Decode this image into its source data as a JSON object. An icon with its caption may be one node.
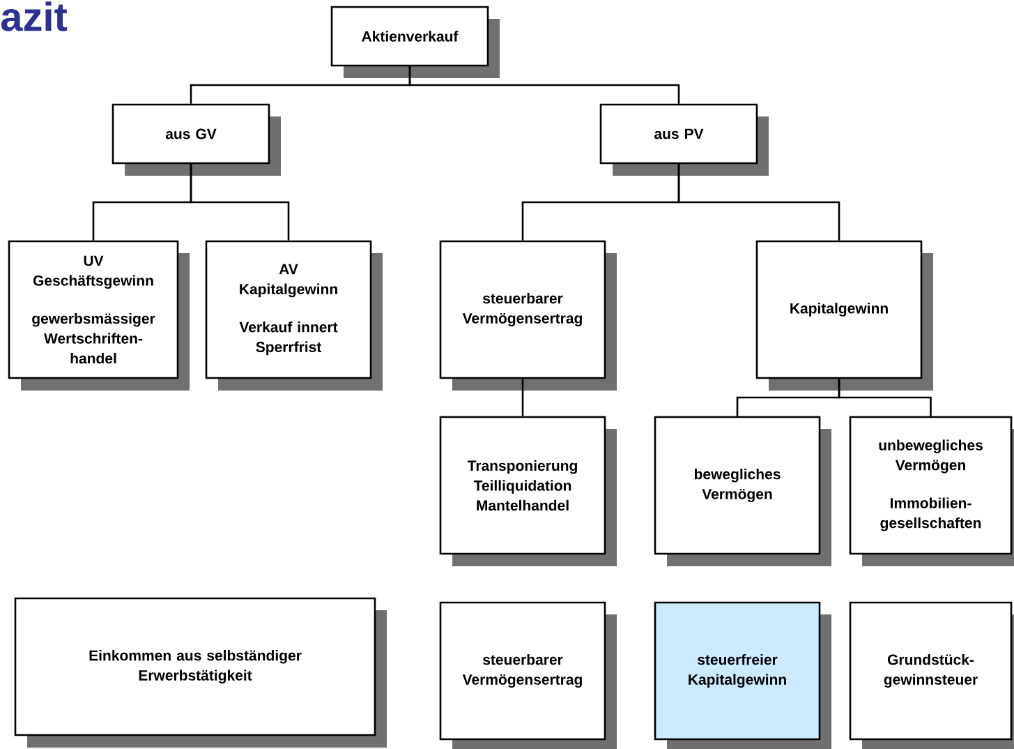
{
  "diagram": {
    "title": "azit",
    "nodes": [
      {
        "text": [
          "Aktienverkauf"
        ]
      },
      {
        "text": [
          "aus GV"
        ]
      },
      {
        "text": [
          "aus PV"
        ]
      },
      {
        "text": [
          "UV Geschäftsgewinn",
          "gewerbsmässiger Wertschriften- handel"
        ]
      },
      {
        "text": [
          "AV Kapitalgewinn",
          "Verkauf innert Sperrfrist"
        ]
      },
      {
        "text": [
          "steuerbarer Vermögensertrag"
        ]
      },
      {
        "text": [
          "Kapitalgewinn"
        ]
      },
      {
        "text": [
          "Transponierung Teilliquidation Mantelhandel"
        ]
      },
      {
        "text": [
          "bewegliches Vermögen"
        ]
      },
      {
        "text": [
          "unbewegliches Vermögen",
          "Immobilien- gesellschaften"
        ]
      },
      {
        "text": [
          "Einkommen aus selbständiger Erwerbstätigkeit"
        ]
      },
      {
        "text": [
          "steuerbarer Vermögensertrag"
        ]
      },
      {
        "text": [
          "steuerfreier Kapitalgewinn"
        ]
      },
      {
        "text": [
          "Grundstück- gewinnsteuer"
        ]
      }
    ],
    "edges": [
      {
        "from": 0,
        "to": 1,
        "arrow": "none"
      },
      {
        "from": 0,
        "to": 2,
        "arrow": "none"
      },
      {
        "from": 1,
        "to": 3,
        "arrow": "none"
      },
      {
        "from": 1,
        "to": 4,
        "arrow": "none"
      },
      {
        "from": 2,
        "to": 5,
        "arrow": "none"
      },
      {
        "from": 2,
        "to": 6,
        "arrow": "none"
      },
      {
        "from": 5,
        "to": 7,
        "arrow": "none"
      },
      {
        "from": 6,
        "to": 8,
        "arrow": "none"
      },
      {
        "from": 6,
        "to": 9,
        "arrow": "none"
      }
    ]
  }
}
